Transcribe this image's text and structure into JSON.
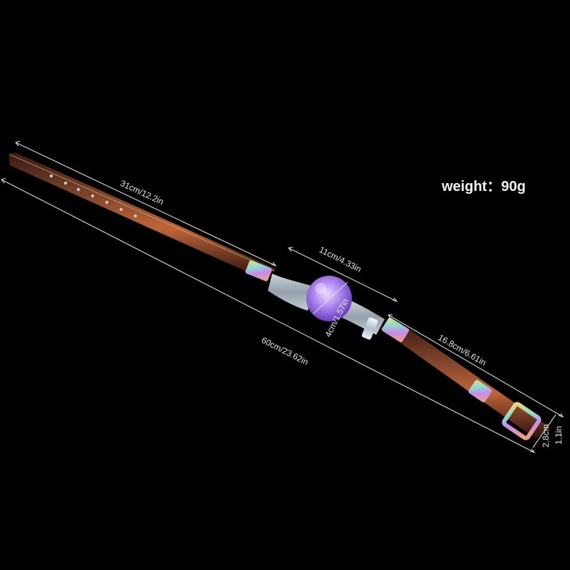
{
  "weight_label": "weight：90g",
  "dimensions": {
    "strap_total": "60cm/23.62in",
    "strap_long_side": "31cm/12.2in",
    "center_piece": "11cm/4.33in",
    "ball_diameter": "4cm/1.57in",
    "strap_short_side": "16.8cm/6.61in",
    "strap_width_cm": "2.8cm",
    "strap_width_in": "1.1in"
  },
  "colors": {
    "background": "#000000",
    "ball": "#a77be0",
    "strap_iridescent": "#7a3f2c",
    "hardware_clear": "#dfe9f2"
  }
}
